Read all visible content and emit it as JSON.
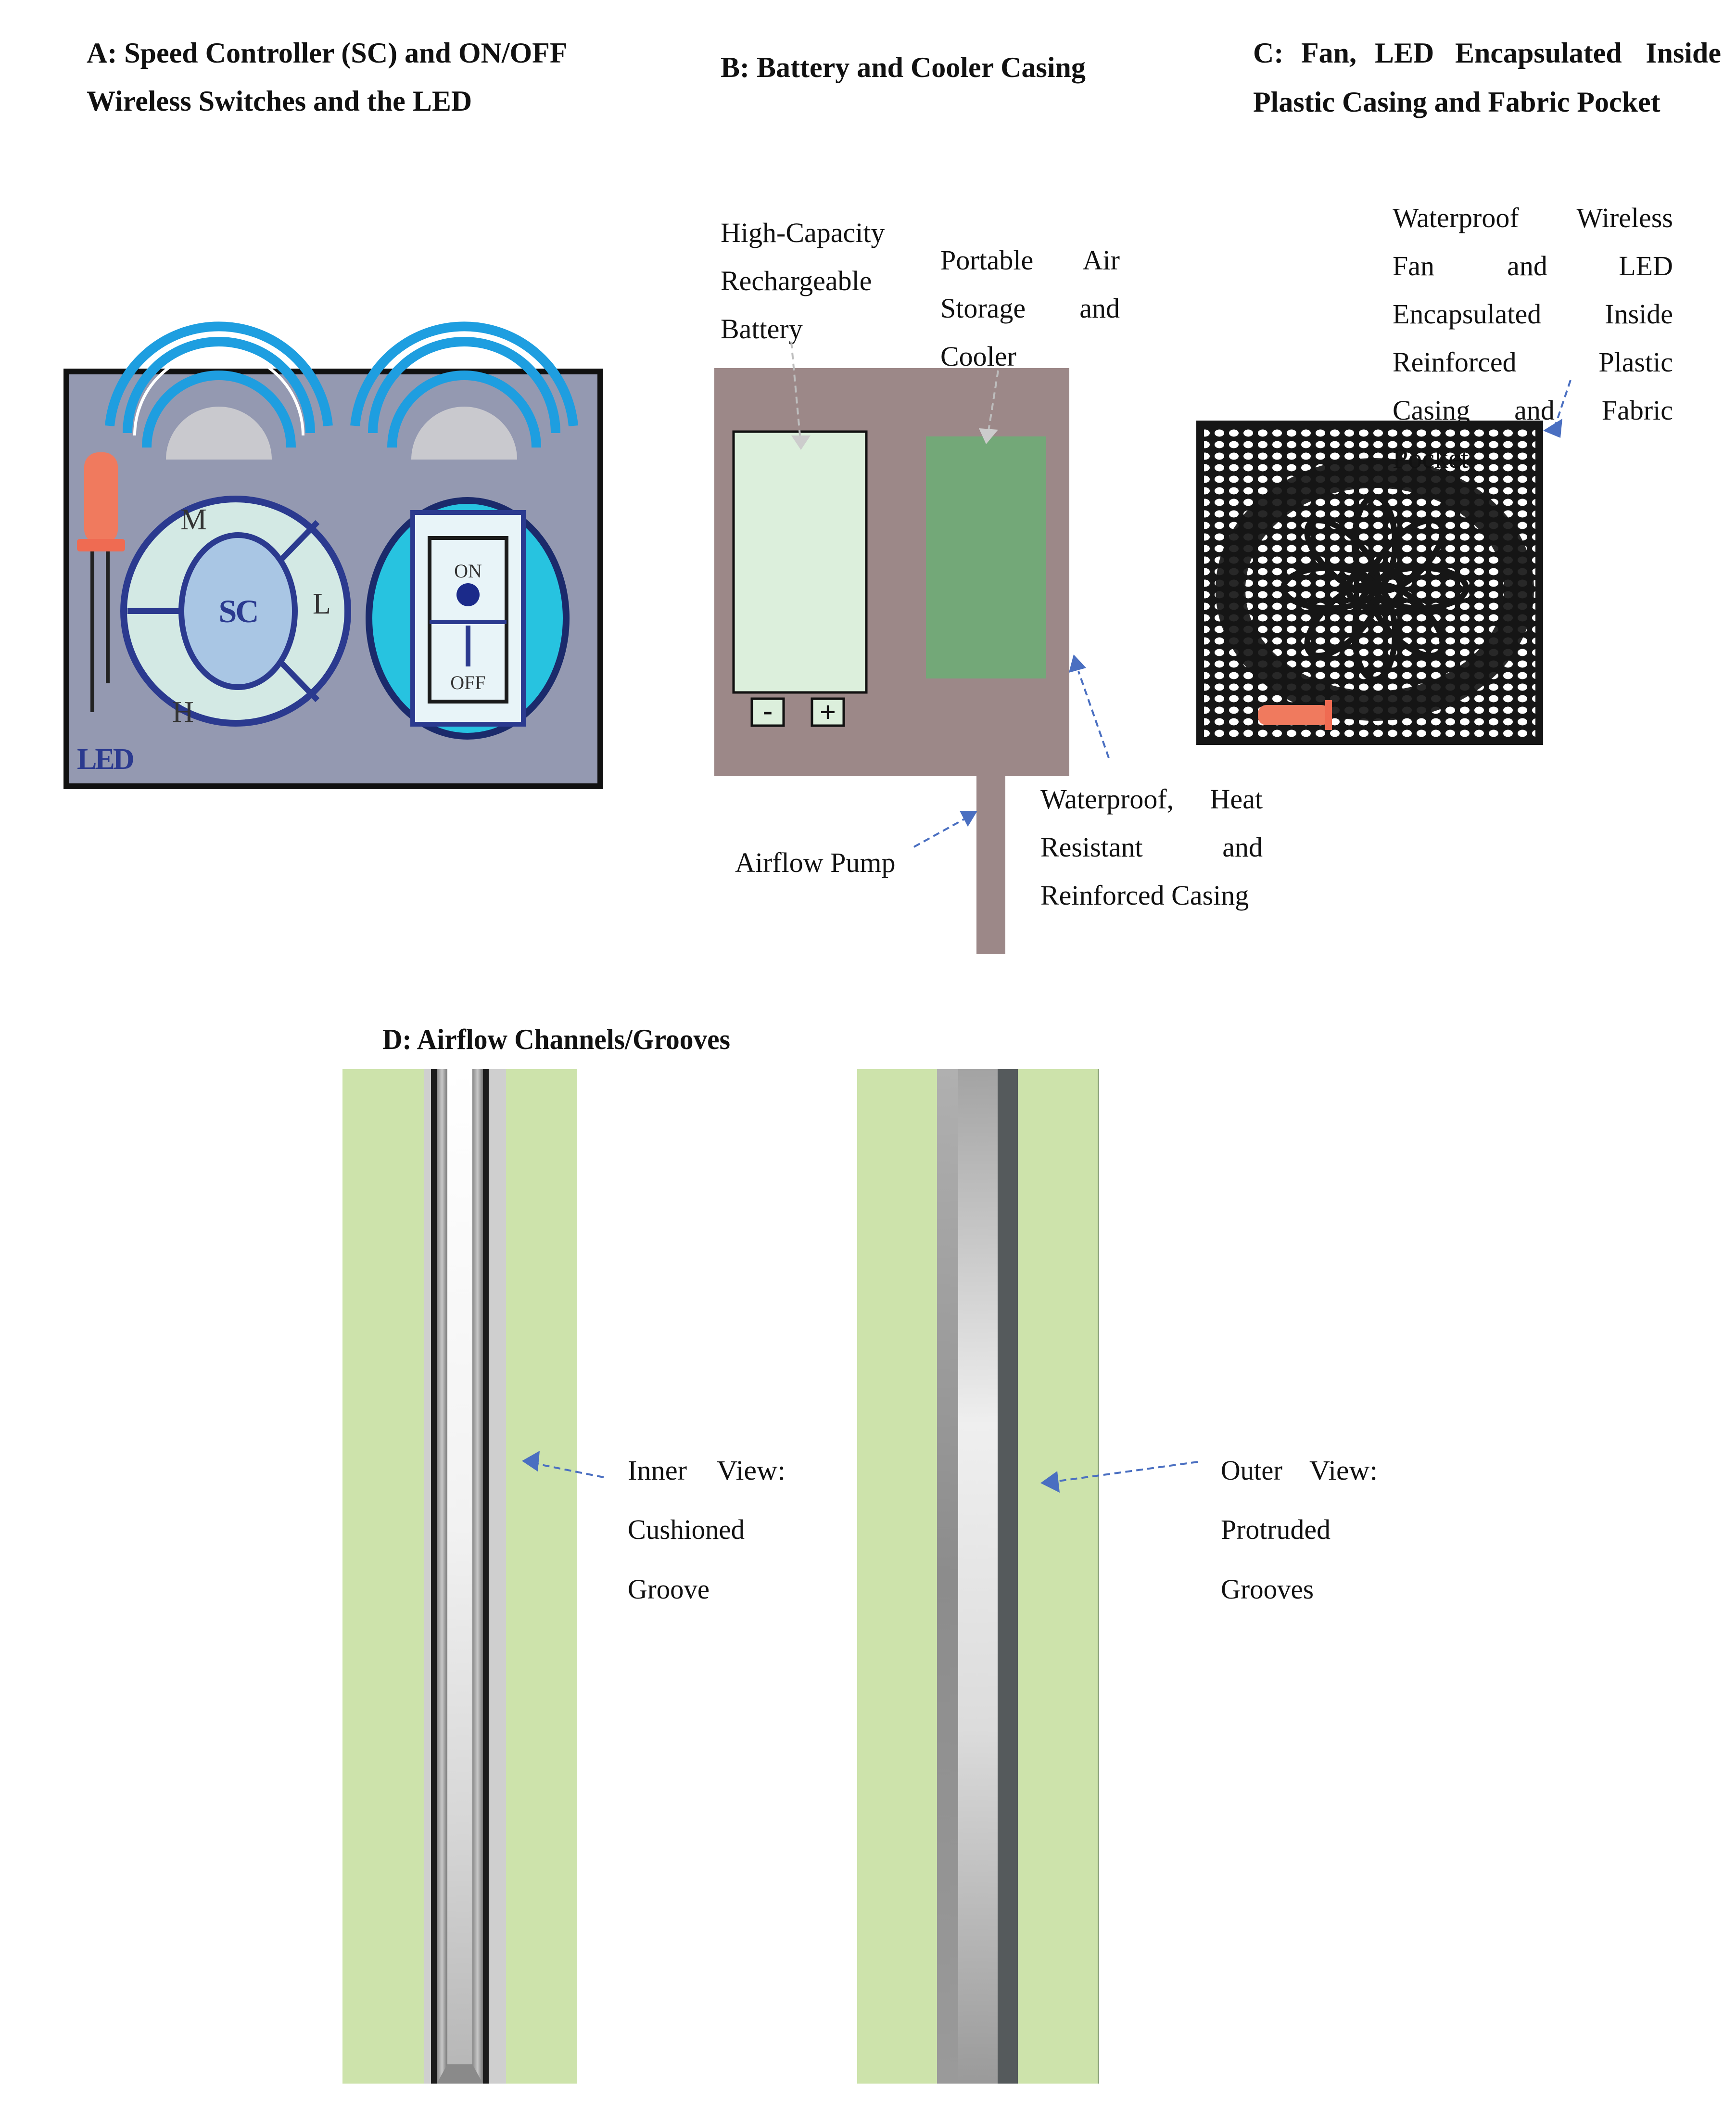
{
  "panelA": {
    "title_lines": [
      "A: Speed Controller (SC) and ON/OFF",
      "Wireless Switches and the LED"
    ],
    "speed_labels": {
      "medium": "M",
      "low": "L",
      "high": "H"
    },
    "sc_label": "SC",
    "switch_on": "ON",
    "switch_off": "OFF",
    "led_label": "LED"
  },
  "panelB": {
    "title": "B: Battery and Cooler Casing",
    "battery_lines": [
      "High-Capacity",
      "Rechargeable",
      "Battery"
    ],
    "storage_lines": [
      [
        "Portable",
        "Air"
      ],
      [
        "Storage",
        "and"
      ],
      [
        "Cooler"
      ]
    ],
    "minus_label": "-",
    "plus_label": "+",
    "pump_label": "Airflow Pump",
    "casing_lines": [
      [
        "Waterproof,",
        "Heat"
      ],
      [
        "Resistant",
        "and"
      ],
      [
        "Reinforced Casing"
      ]
    ]
  },
  "panelC": {
    "title_lines": [
      [
        "C:",
        "Fan,",
        "LED",
        "Encapsulated",
        "Inside"
      ],
      [
        "Plastic Casing and Fabric Pocket"
      ]
    ],
    "desc_lines": [
      [
        "Waterproof",
        "Wireless"
      ],
      [
        "Fan",
        "and",
        "LED"
      ],
      [
        "Encapsulated",
        "Inside"
      ],
      [
        "Reinforced",
        "Plastic"
      ],
      [
        "Casing",
        "and",
        "Fabric"
      ],
      [
        "Pocket"
      ]
    ]
  },
  "panelD": {
    "title": "D: Airflow Channels/Grooves",
    "inner_lines": [
      [
        "Inner",
        "View:"
      ],
      [
        "Cushioned"
      ],
      [
        "Groove"
      ]
    ],
    "outer_lines": [
      [
        "Outer",
        "View:"
      ],
      [
        "Protruded"
      ],
      [
        "Grooves"
      ]
    ]
  },
  "colors": {
    "panel_bg": "#9499b1",
    "wifi_blue": "#1e9ee0",
    "sc_ring": "#2b3a8f",
    "sc_fill": "#d3e9e4",
    "sc_center": "#a9c6e4",
    "switch_cyan": "#27c3e0",
    "led_red": "#f07a5e",
    "casing_brown": "#9c8888",
    "battery_fill": "#dcefdc",
    "cooler_green": "#73a878",
    "fan_orange": "#f07a5e",
    "channel_green": "#cde3ab",
    "arrow_blue": "#4a6fc1"
  }
}
